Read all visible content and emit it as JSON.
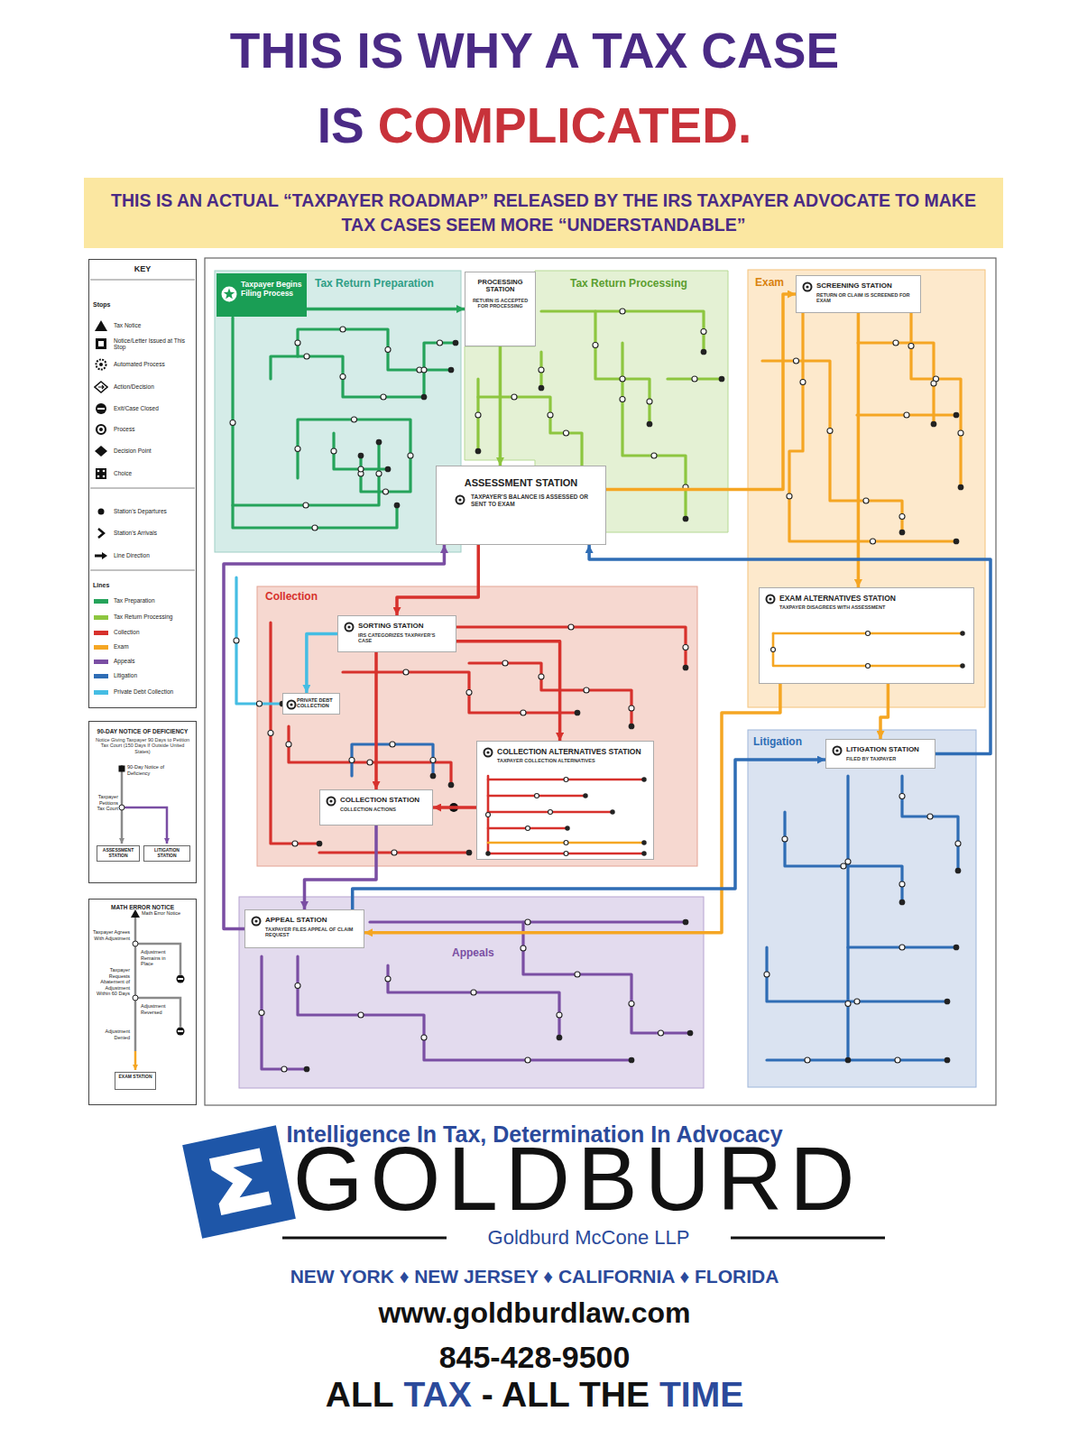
{
  "diagram": {
    "title": "THIS IS WHY A TAX CASE",
    "nodes": [
      {
        "text": [
          "THIS IS AN ACTUAL “TAXPAYER ROADMAP” RELEASED BY THE IRS TAXPAYER ADVOCATE TO MAKE TAX CASES SEEM MORE “UNDERSTANDABLE”"
        ]
      },
      {
        "text": [
          "KEY"
        ]
      },
      {
        "text": [
          "90-DAY NOTICE OF DEFICIENCY",
          "Notice Giving Taxpayer 90 Days to Petition Tax Court (150 Days If Outside United States)"
        ]
      },
      {
        "text": [
          "ASSESSMENT STATION"
        ],
        "in": 2
      },
      {
        "text": [
          "LITIGATION STATION"
        ],
        "in": 2
      },
      {
        "text": [
          "MATH ERROR NOTICE"
        ]
      },
      {
        "text": [
          "EXAM STATION"
        ],
        "in": 5
      },
      {
        "text": [
          "Tax Return Preparation"
        ]
      },
      {
        "text": [
          "Taxpayer Begins Filing Process"
        ],
        "in": 7
      },
      {
        "text": [
          "PROCESSING STATION",
          "RETURN IS ACCEPTED FOR PROCESSING"
        ]
      },
      {
        "text": [
          "Tax Return Processing"
        ]
      },
      {
        "text": [
          "ASSESSMENT STATION",
          "TAXPAYER’S BALANCE IS ASSESSED OR SENT TO EXAM"
        ]
      },
      {
        "text": [
          "Exam"
        ]
      },
      {
        "text": [
          "SCREENING STATION",
          "RETURN OR CLAIM IS SCREENED FOR EXAM"
        ],
        "in": 12
      },
      {
        "text": [
          "EXAM ALTERNATIVES STATION",
          "TAXPAYER DISAGREES WITH ASSESSMENT"
        ],
        "in": 12
      },
      {
        "text": [
          "Collection"
        ]
      },
      {
        "text": [
          "SORTING STATION",
          "IRS CATEGORIZES TAXPAYER’S CASE"
        ],
        "in": 15
      },
      {
        "text": [
          "PRIVATE DEBT COLLECTION"
        ],
        "in": 15
      },
      {
        "text": [
          "COLLECTION ALTERNATIVES STATION",
          "TAXPAYER COLLECTION ALTERNATIVES"
        ],
        "in": 15
      },
      {
        "text": [
          "COLLECTION STATION",
          "COLLECTION ACTIONS"
        ],
        "in": 15
      },
      {
        "text": [
          "Litigation"
        ]
      },
      {
        "text": [
          "LITIGATION STATION",
          "FILED BY TAXPAYER"
        ],
        "in": 20
      },
      {
        "text": [
          "Appeals"
        ]
      },
      {
        "text": [
          "APPEAL STATION",
          "TAXPAYER FILES APPEAL OF CLAIM REQUEST"
        ],
        "in": 22
      }
    ],
    "edges": [
      {
        "from": 8,
        "to": 9,
        "arrow": "to"
      },
      {
        "from": 9,
        "to": 11,
        "arrow": "to"
      },
      {
        "from": 11,
        "to": 13,
        "arrow": "to"
      },
      {
        "from": 13,
        "to": 14,
        "arrow": "to"
      },
      {
        "from": 11,
        "to": 16,
        "arrow": "to"
      },
      {
        "from": 16,
        "to": 17,
        "arrow": "to"
      },
      {
        "from": 16,
        "to": 19,
        "arrow": "to"
      },
      {
        "from": 16,
        "to": 18,
        "arrow": "to"
      },
      {
        "from": 18,
        "to": 19,
        "arrow": "to"
      },
      {
        "from": 19,
        "to": 23,
        "arrow": "to"
      },
      {
        "from": 14,
        "to": 23,
        "arrow": "to"
      },
      {
        "from": 14,
        "to": 21,
        "arrow": "to"
      },
      {
        "from": 23,
        "to": 21,
        "arrow": "to"
      },
      {
        "from": 21,
        "to": 11,
        "arrow": "to"
      },
      {
        "from": 23,
        "to": 11,
        "arrow": "to"
      }
    ],
    "labels": [
      "IS",
      "COMPLICATED.",
      "Stops",
      "Lines",
      "90-Day Notice of Deficiency",
      "Taxpayer Petitions Tax Court",
      "Math Error Notice",
      "Taxpayer Agrees With Adjustment",
      "Adjustment Remains in Place",
      "Taxpayer Requests Abatement of Adjustment Within 60 Days",
      "Adjustment Reversed",
      "Adjustment Denied",
      "Intelligence In Tax, Determination In Advocacy",
      "GOLDBURD",
      "Goldburd McCone LLP",
      "NEW YORK ♦ NEW JERSEY ♦ CALIFORNIA ♦ FLORIDA",
      "www.goldburdlaw.com",
      "845-428-9500",
      "ALL",
      "TAX",
      "- ALL THE",
      "TIME"
    ],
    "legend": [
      {
        "text": "Tax Notice"
      },
      {
        "text": "Notice/Letter Issued at This Stop"
      },
      {
        "text": "Automated Process"
      },
      {
        "text": "Action/Decision"
      },
      {
        "text": "Exit/Case Closed"
      },
      {
        "text": "Process"
      },
      {
        "text": "Decision Point"
      },
      {
        "text": "Choice"
      },
      {
        "text": "Station’s Departures"
      },
      {
        "text": "Station’s Arrivals"
      },
      {
        "text": "Line Direction"
      },
      {
        "text": "Tax Preparation",
        "color": "#25a35a"
      },
      {
        "text": "Tax Return Processing",
        "color": "#8dc63f"
      },
      {
        "text": "Collection",
        "color": "#d7312c"
      },
      {
        "text": "Exam",
        "color": "#f5a623"
      },
      {
        "text": "Appeals",
        "color": "#7a4ea3"
      },
      {
        "text": "Litigation",
        "color": "#2f6db5"
      },
      {
        "text": "Private Debt Collection",
        "color": "#45bde3"
      }
    ]
  }
}
